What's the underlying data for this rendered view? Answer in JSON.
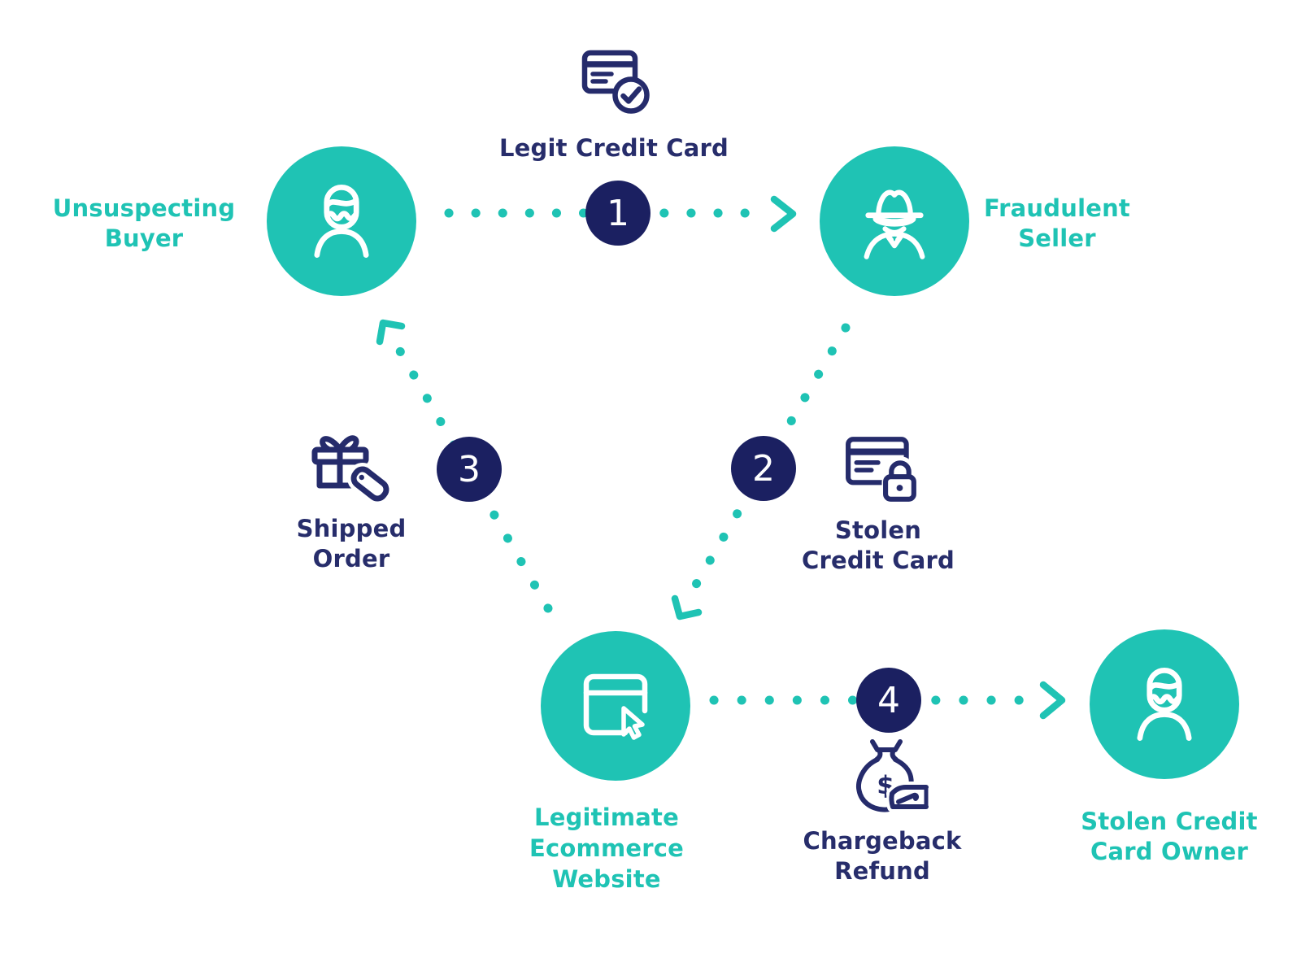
{
  "diagram_title": "",
  "colors": {
    "teal": "#1fc3b4",
    "navy_text": "#272d6b",
    "badge_navy": "#1b2061",
    "icon_stroke_navy": "#252b6b",
    "icon_stroke_white": "#ffffff",
    "background": "#ffffff"
  },
  "nodes": {
    "buyer": {
      "icon": "person-icon",
      "lines": [
        "Unsuspecting",
        "Buyer"
      ]
    },
    "seller": {
      "icon": "fraudster-icon",
      "lines": [
        "Fraudulent",
        "Seller"
      ]
    },
    "website": {
      "icon": "browser-cursor-icon",
      "lines": [
        "Legitimate",
        "Ecommerce",
        "Website"
      ]
    },
    "owner": {
      "icon": "person-icon",
      "lines": [
        "Stolen Credit",
        "Card Owner"
      ]
    }
  },
  "steps": {
    "one": {
      "number": "1",
      "icon": "credit-card-check-icon",
      "lines": [
        "Legit Credit Card"
      ]
    },
    "two": {
      "number": "2",
      "icon": "credit-card-lock-icon",
      "lines": [
        "Stolen",
        "Credit Card"
      ]
    },
    "three": {
      "number": "3",
      "icon": "gift-tag-icon",
      "lines": [
        "Shipped",
        "Order"
      ]
    },
    "four": {
      "number": "4",
      "icon": "money-bag-hand-icon",
      "lines": [
        "Chargeback",
        "Refund"
      ]
    }
  }
}
